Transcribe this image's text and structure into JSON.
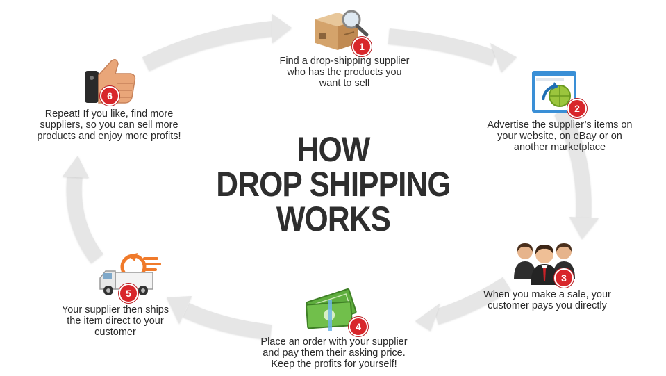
{
  "title": {
    "line1": "HOW",
    "line2": "DROP SHIPPING",
    "line3": "WORKS"
  },
  "colors": {
    "arrow": "#e6e6e6",
    "badge": "#d8262b",
    "title": "#2e2e2e",
    "text": "#2a2a2a"
  },
  "steps": [
    {
      "number": "1",
      "icon": "package-magnifier-icon",
      "lines": [
        "Find a drop-shipping supplier",
        "who has the products you",
        "want to sell"
      ]
    },
    {
      "number": "2",
      "icon": "browser-globe-icon",
      "lines": [
        "Advertise the supplier’s items on",
        "your website, on eBay or on",
        "another marketplace"
      ]
    },
    {
      "number": "3",
      "icon": "customers-group-icon",
      "lines": [
        "When you make a sale, your",
        "customer pays you directly"
      ]
    },
    {
      "number": "4",
      "icon": "money-bills-icon",
      "lines": [
        "Place an order with your supplier",
        "and pay them their asking price.",
        "Keep the profits for yourself!"
      ]
    },
    {
      "number": "5",
      "icon": "delivery-truck-icon",
      "lines": [
        "Your supplier then ships",
        "the item direct to your",
        "customer"
      ]
    },
    {
      "number": "6",
      "icon": "thumbs-up-icon",
      "lines": [
        "Repeat! If you like, find more",
        "suppliers, so you can sell more",
        "products and enjoy more profits!"
      ]
    }
  ]
}
